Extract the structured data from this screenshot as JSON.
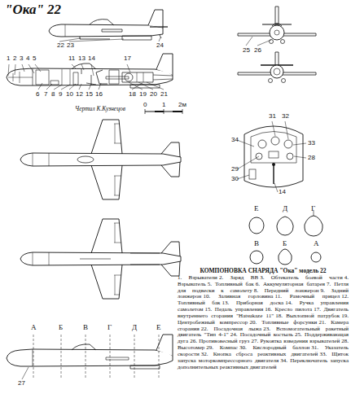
{
  "diagram": {
    "title": "\"Ока\" 22",
    "caption": "КОМПОНОВКА СНАРЯДА \"Ока\" модель 22",
    "labels": [
      "22",
      "23",
      "24",
      "1",
      "2",
      "3",
      "4",
      "5",
      "11",
      "13",
      "14",
      "17",
      "6",
      "7",
      "8",
      "9",
      "10",
      "12",
      "15",
      "16",
      "18",
      "19",
      "20",
      "21",
      "25",
      "26",
      "0",
      "1",
      "2м",
      "Чертил К.Кузнецов",
      "31",
      "32",
      "34",
      "33",
      "29",
      "30",
      "14",
      "28",
      "Е",
      "Д",
      "Г",
      "В",
      "Б",
      "А",
      "А",
      "Б",
      "В",
      "Г",
      "Д",
      "Е",
      "27",
      "1. Взрыватели",
      "2. Заряд ВВ",
      "3. Обтекатель боевой части",
      "4. Взрыватель",
      "5. Топливный бак",
      "6. Аккумуляторная батарея",
      "7. Петля для подвески к самолету",
      "8. Передний лонжерон",
      "9. Задний лонжерон",
      "10. Заливная горловина",
      "11. Рамочный прицел",
      "12. Топливный бак",
      "13. Приборная доска",
      "14. Ручка управления самолетом",
      "15. Педаль управления",
      "16. Кресло пилота",
      "17. Двигатель внутреннего сгорания \"Hatsukaze 11\"",
      "18. Выхлопной патрубок",
      "19. Центробежный компрессор",
      "20. Топливные форсунки",
      "21. Камера сгорания",
      "22. Посадочная лыжа",
      "23. Вспомогательный ракетный двигатель \"Тип 4-1\"",
      "24. Посадочный костыль",
      "25. Поддерживающая дуга",
      "26. Противовесный груз",
      "27. Рукоятка взведения взрывателей",
      "28. Высотомер",
      "29. Компас",
      "30. Кислородный баллон",
      "31. Указатель скорости",
      "32. Кнопка сброса реактивных двигателей",
      "33. Щиток запуска моторкомпрессорного двигателя",
      "34. Переключатель запуска дополнительных реактивных двигателей"
    ]
  }
}
